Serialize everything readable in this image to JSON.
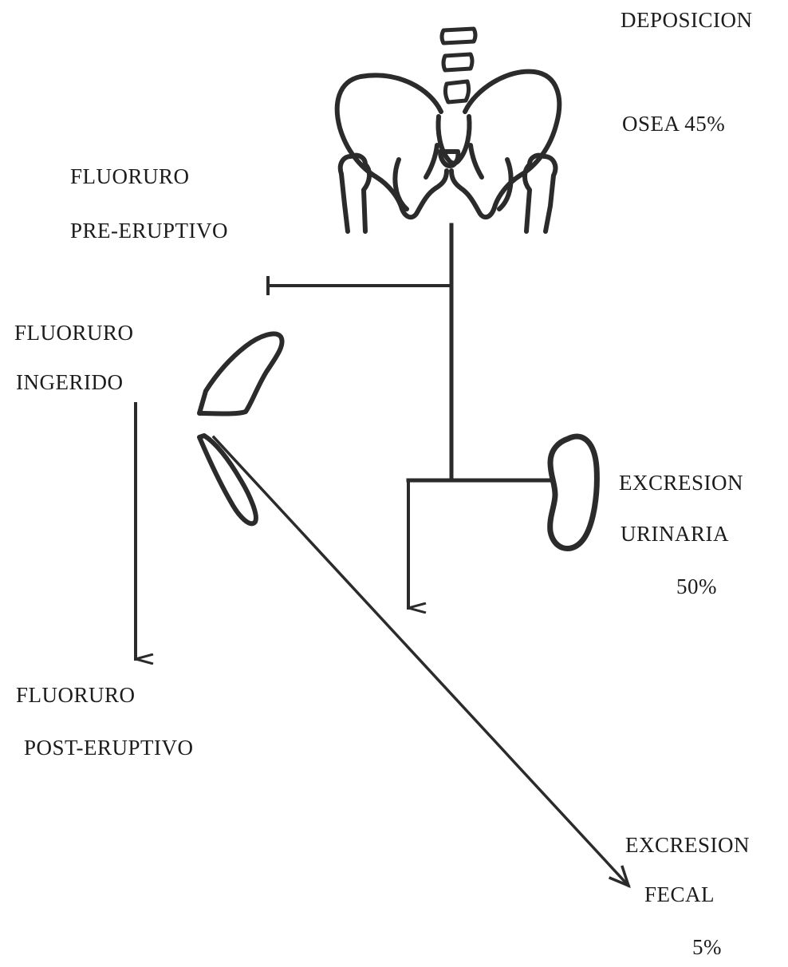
{
  "labels": {
    "deposicion_1": "DEPOSICION",
    "deposicion_2": "OSEA 45%",
    "pre_eruptivo_1": "FLUORURO",
    "pre_eruptivo_2": "PRE-ERUPTIVO",
    "ingerido_1": "FLUORURO",
    "ingerido_2": "INGERIDO",
    "post_eruptivo_1": "FLUORURO",
    "post_eruptivo_2": "POST-ERUPTIVO",
    "urinaria_1": "EXCRESION",
    "urinaria_2": "URINARIA",
    "urinaria_3": "50%",
    "fecal_1": "EXCRESION",
    "fecal_2": "FECAL",
    "fecal_3": "5%"
  },
  "icons": [
    "pelvis-icon",
    "spine-icon",
    "mouth-icon",
    "kidney-icon"
  ],
  "colors": {
    "ink": "#2b2b2b",
    "text": "#1c1c1c",
    "background": "#ffffff"
  }
}
